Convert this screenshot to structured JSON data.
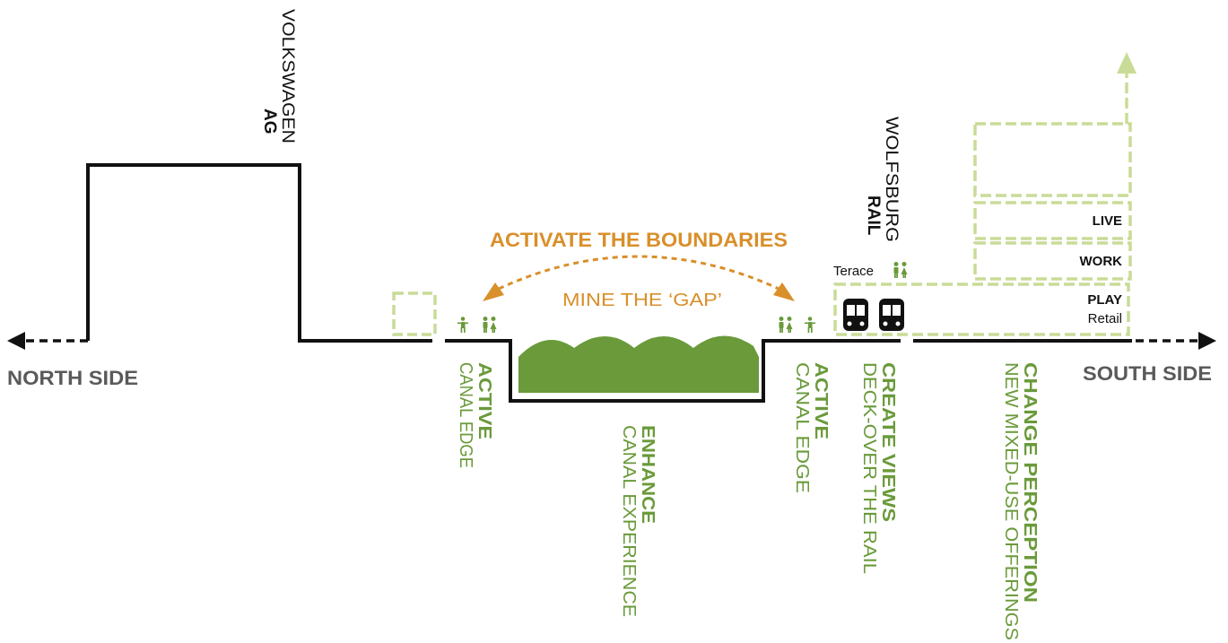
{
  "colors": {
    "line": "#111111",
    "green_dark": "#6a9a3a",
    "green_light": "#c9dc97",
    "orange": "#d98f2a",
    "gray_label": "#5a5a5a"
  },
  "sides": {
    "north": "NORTH SIDE",
    "south": "SOUTH SIDE"
  },
  "buildings": {
    "vw_line1": "VOLKSWAGEN",
    "vw_line2": "AG",
    "rail_line1": "WOLFSBURG",
    "rail_line2": "RAIL"
  },
  "headline": {
    "title": "ACTIVATE THE BOUNDARIES",
    "subtitle": "MINE THE ‘GAP’"
  },
  "stack": {
    "terace": "Terace",
    "live": "LIVE",
    "work": "WORK",
    "play": "PLAY",
    "retail": "Retail"
  },
  "labels": [
    {
      "bold": "ACTIVE",
      "text": "CANAL EDGE"
    },
    {
      "bold": "ENHANCE",
      "text": "CANAL EXPERIENCE"
    },
    {
      "bold": "ACTIVE",
      "text": "CANAL EDGE"
    },
    {
      "bold": "CREATE VIEWS",
      "text": "DECK-OVER THE RAIL"
    },
    {
      "bold": "CHANGE PERCEPTION",
      "text": "NEW MIXED-USE OFFERINGS"
    }
  ],
  "icons": {
    "train": "train-icon",
    "people": "people-icon",
    "walker": "pedestrian-icon"
  }
}
